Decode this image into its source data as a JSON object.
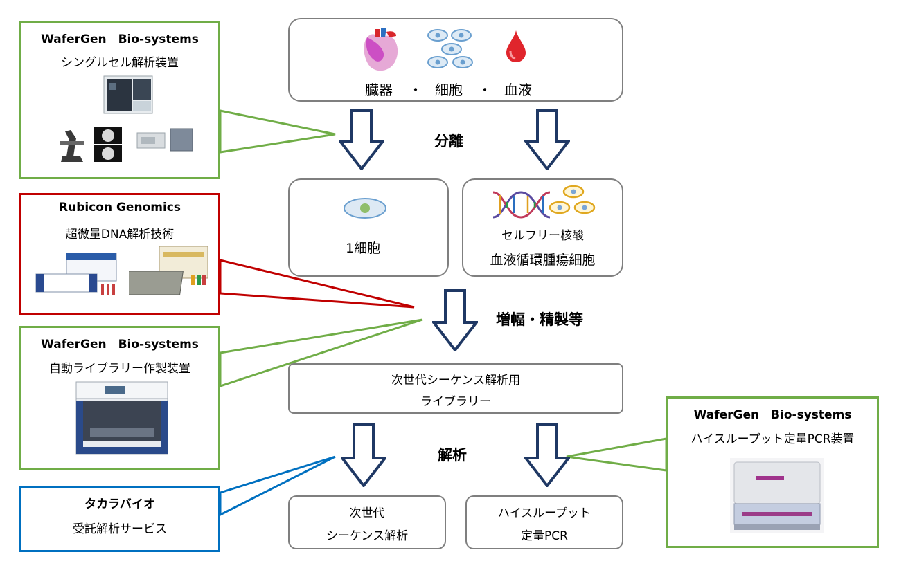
{
  "flow": {
    "source": {
      "labels": [
        "臓器",
        "細胞",
        "血液"
      ],
      "separator": "・"
    },
    "step1_label": "分離",
    "single_cell": "1細胞",
    "cellfree_line1": "セルフリー核酸",
    "cellfree_line2": "血液循環腫瘍細胞",
    "step2_label": "増幅・精製等",
    "library_line1": "次世代シーケンス解析用",
    "library_line2": "ライブラリー",
    "step3_label": "解析",
    "ngs_line1": "次世代",
    "ngs_line2": "シーケンス解析",
    "qpcr_line1": "ハイスループット",
    "qpcr_line2": "定量PCR"
  },
  "callouts": {
    "wafergen_singlecell": {
      "company": "WaferGen　Bio-systems",
      "product": "シングルセル解析装置",
      "color": "#70ad47"
    },
    "rubicon": {
      "company": "Rubicon Genomics",
      "product": "超微量DNA解析技術",
      "color": "#c00000"
    },
    "wafergen_library": {
      "company": "WaferGen　Bio-systems",
      "product": "自動ライブラリー作製装置",
      "color": "#70ad47"
    },
    "takara": {
      "company": "タカラバイオ",
      "product": "受託解析サービス",
      "color": "#0070c0"
    },
    "wafergen_qpcr": {
      "company": "WaferGen　Bio-systems",
      "product": "ハイスループット定量PCR装置",
      "color": "#70ad47"
    }
  },
  "icons": [
    "heart-icon",
    "cells-icon",
    "blood-drop-icon",
    "single-cell-icon",
    "dna-icon",
    "down-arrow-icon"
  ],
  "colors": {
    "box_border": "#7f7f7f",
    "arrow": "#1f3864"
  }
}
